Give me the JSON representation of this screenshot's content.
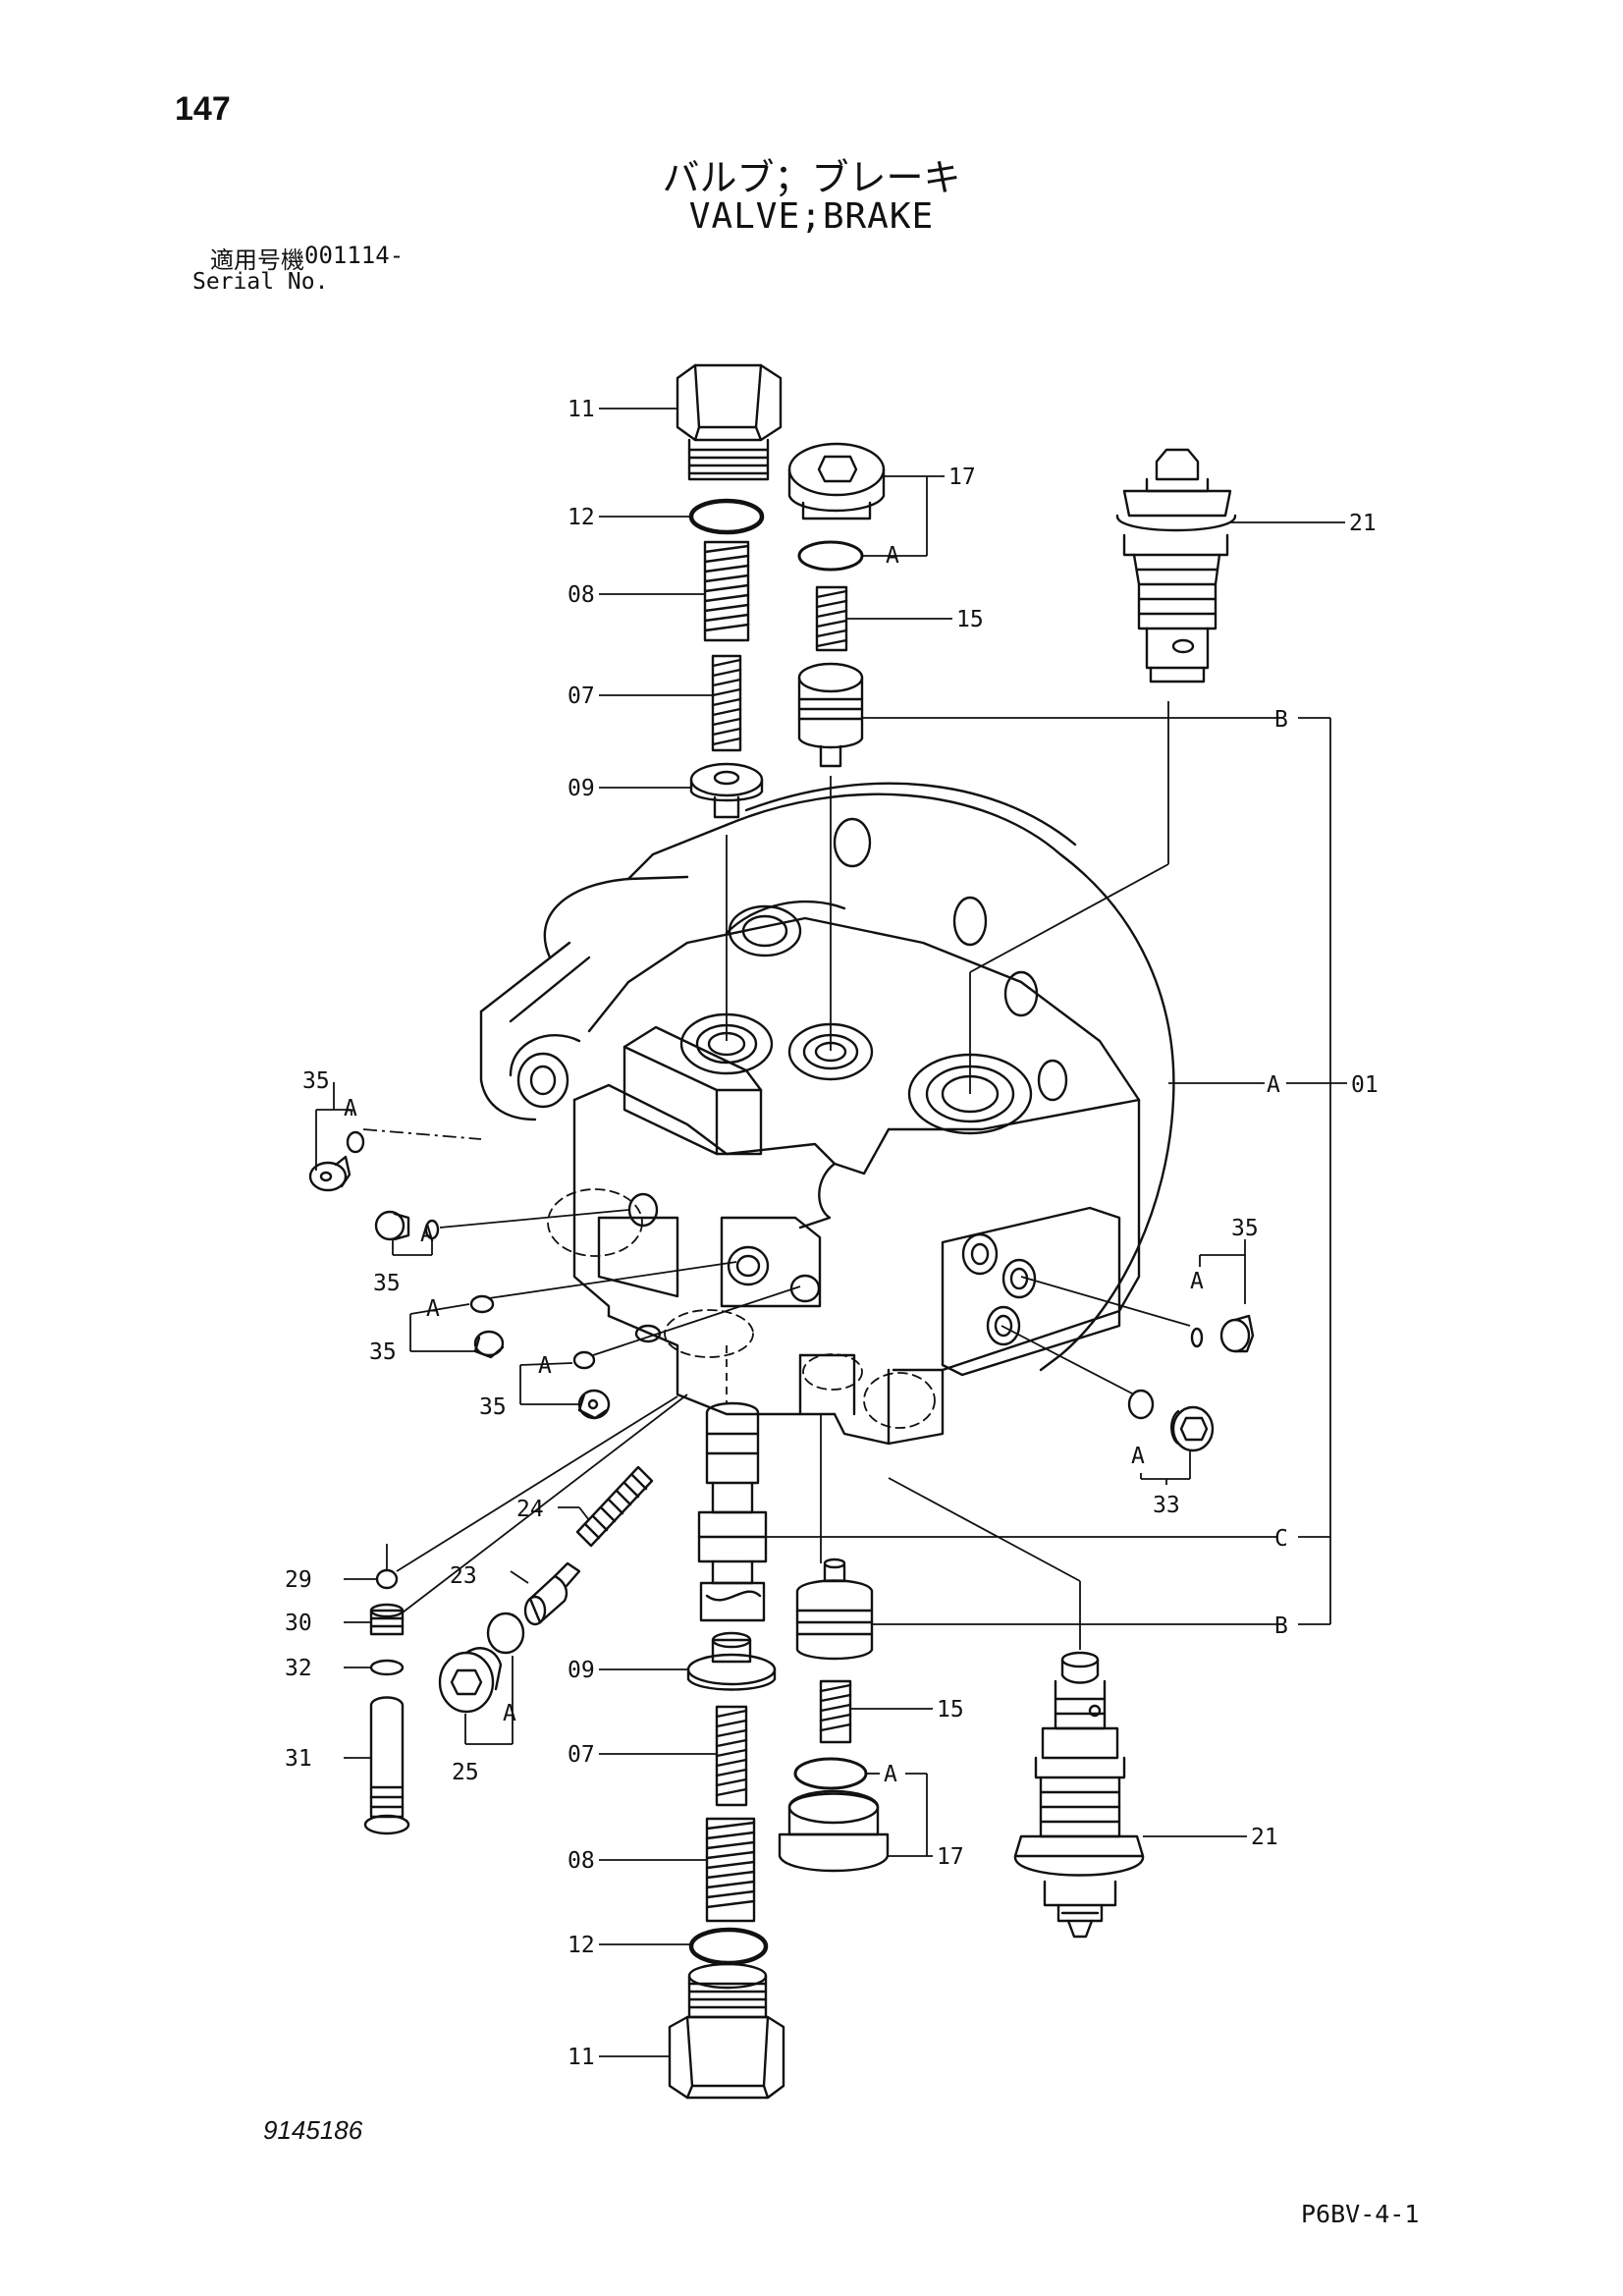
{
  "header": {
    "page_number": "147",
    "title_jp": "バルブ；ブレーキ",
    "title_en": "VALVE;BRAKE",
    "serial_label_jp": "適用号機",
    "serial_value": "001114-",
    "serial_label_en": "Serial No."
  },
  "footer": {
    "drawing_number": "9145186",
    "sheet_code": "P6BV-4-1"
  },
  "callouts": {
    "c11_top": "11",
    "c12_top": "12",
    "c08_top": "08",
    "c07_top": "07",
    "c09_top": "09",
    "c17_top": "17",
    "cA_17_top": "A",
    "c15_top": "15",
    "c21_top": "21",
    "cB_top": "B",
    "cA_01": "A",
    "c01": "01",
    "c35_a": "35",
    "cA_35a": "A",
    "c35_b": "35",
    "cA_35b": "A",
    "c35_c": "35",
    "cA_35c": "A",
    "c35_d": "35",
    "cA_35d": "A",
    "c35_right": "35",
    "cA_35right": "A",
    "c33": "33",
    "cA_33": "A",
    "c24": "24",
    "c23": "23",
    "cC": "C",
    "cB_bottom": "B",
    "c29": "29",
    "c30": "30",
    "c32": "32",
    "c31": "31",
    "c25": "25",
    "cA_25": "A",
    "c09_bottom": "09",
    "c15_bottom": "15",
    "c07_bottom": "07",
    "cA_17_bottom": "A",
    "c17_bottom": "17",
    "c08_bottom": "08",
    "c21_bottom": "21",
    "c12_bottom": "12",
    "c11_bottom": "11"
  }
}
